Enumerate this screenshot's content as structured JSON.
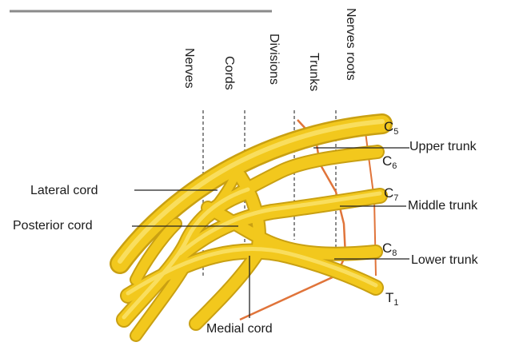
{
  "columns": {
    "nerves": "Nerves",
    "cords": "Cords",
    "divisions": "Divisions",
    "trunks": "Trunks",
    "roots": "Nerves roots"
  },
  "labels": {
    "lateral_cord": "Lateral cord",
    "posterior_cord": "Posterior cord",
    "medial_cord": "Medial cord",
    "upper_trunk": "Upper trunk",
    "middle_trunk": "Middle trunk",
    "lower_trunk": "Lower trunk"
  },
  "roots": [
    {
      "letter": "C",
      "num": "5"
    },
    {
      "letter": "C",
      "num": "6"
    },
    {
      "letter": "C",
      "num": "7"
    },
    {
      "letter": "C",
      "num": "8"
    },
    {
      "letter": "T",
      "num": "1"
    }
  ],
  "colors": {
    "nerve": "#f2c81d",
    "nerve_highlight": "#fbe36a",
    "nerve_edge": "#c9a012",
    "artery": "#e0743a",
    "leader": "#222222",
    "dashed": "#555555"
  }
}
